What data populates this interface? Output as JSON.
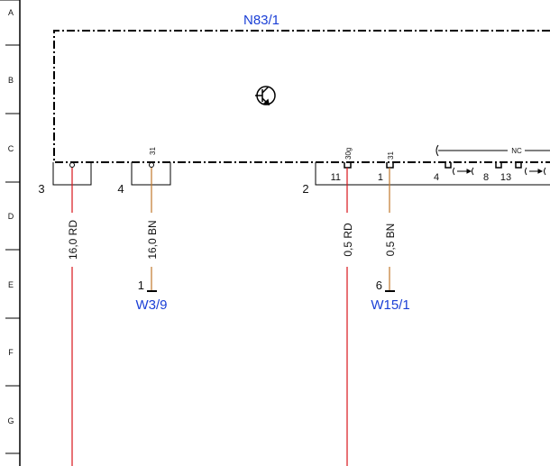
{
  "rows": [
    "A",
    "B",
    "C",
    "D",
    "E",
    "F",
    "G"
  ],
  "component": {
    "id": "N83/1",
    "symbol": "transistor-icon"
  },
  "connectors": {
    "c3": "3",
    "c4": "4",
    "c2": "2"
  },
  "terminals": {
    "t31_left": "31",
    "t30g": "30g",
    "t31_right": "31",
    "nc": "NC"
  },
  "pins": {
    "p11": "11",
    "p1": "1",
    "p4": "4",
    "p8": "8",
    "p13": "13"
  },
  "wires": {
    "w_16rd": "16,0 RD",
    "w_16bn": "16,0 BN",
    "w_05rd": "0,5 RD",
    "w_05bn": "0,5 BN"
  },
  "grounds": {
    "g1": {
      "pin": "1",
      "id": "W3/9"
    },
    "g2": {
      "pin": "6",
      "id": "W15/1"
    }
  },
  "colors": {
    "red_wire": "#d8141c",
    "brown_wire": "#c0782c",
    "reference_blue": "#1a3fd6"
  }
}
